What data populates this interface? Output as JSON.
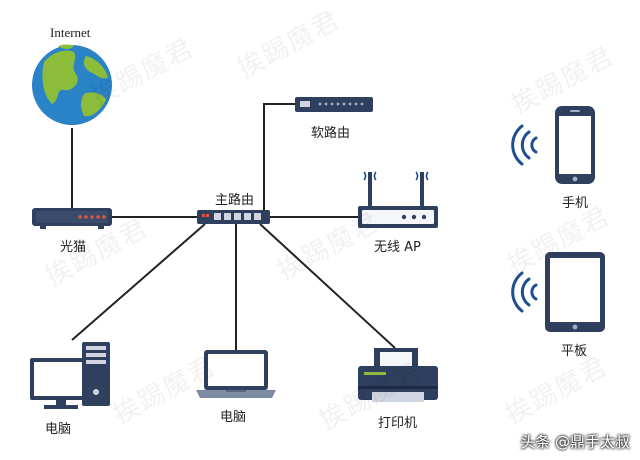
{
  "labels": {
    "internet": "Internet",
    "modem": "光猫",
    "main_router": "主路由",
    "soft_router": "软路由",
    "wireless_ap": "无线 AP",
    "desktop": "电脑",
    "laptop": "电脑",
    "printer": "打印机",
    "phone": "手机",
    "tablet": "平板"
  },
  "watermark": "挨踢魔君",
  "credit": "头条 @鼎手太叔",
  "colors": {
    "device_navy": "#2f3f5e",
    "ocean": "#2a82c7",
    "land": "#8bbd3b",
    "wifi": "#1d4f91",
    "line": "#222222"
  }
}
